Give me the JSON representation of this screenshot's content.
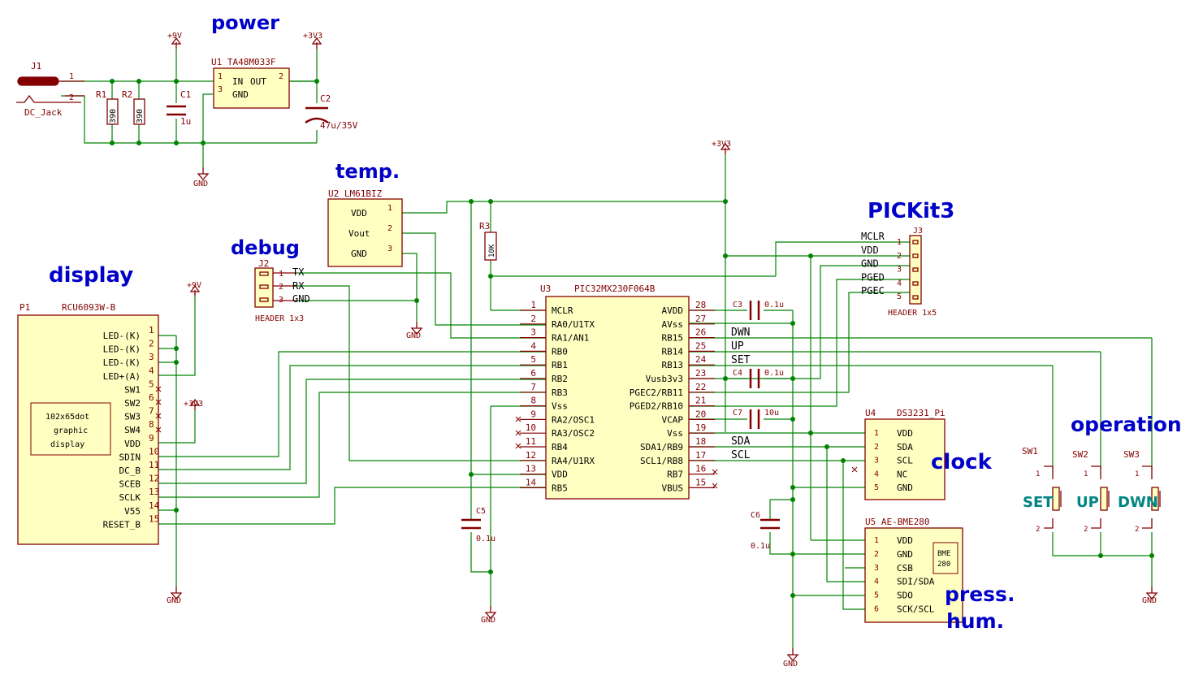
{
  "sections": {
    "power": "power",
    "temp": "temp.",
    "debug": "debug",
    "display": "display",
    "pickit": "PICKit3",
    "clock": "clock",
    "operation": "operation",
    "press": "press.",
    "hum": "hum."
  },
  "labels": {
    "j1": "J1",
    "dc_jack": "DC_Jack",
    "pin1": "1",
    "pin2": "2",
    "pin3": "3",
    "r1": "R1",
    "r2": "R2",
    "r_390": "390",
    "c1": "C1",
    "c1_val": "1u",
    "u1": "U1 TA48M033F",
    "u1_in": "IN",
    "u1_out": "OUT",
    "u1_gnd": "GND",
    "c2": "C2",
    "c2_val": "47u/35V",
    "p9v": "+9V",
    "p3v3": "+3V3",
    "gnd": "GND",
    "u2": "U2 LM61BIZ",
    "u2_vdd": "VDD",
    "u2_vout": "Vout",
    "u2_gnd": "GND",
    "r3": "R3",
    "r3_val": "10K",
    "j2": "J2",
    "j2_tx": "TX",
    "j2_rx": "RX",
    "j2_gnd": "GND",
    "j2_type": "HEADER 1x3",
    "j3": "J3",
    "j3_type": "HEADER 1x5",
    "u3_ref": "U3",
    "u3_name": "PIC32MX230F064B",
    "p1_ref": "P1",
    "p1_name": "RCU6093W-B",
    "disp_text1": "102x65dot",
    "disp_text2": "graphic",
    "disp_text3": "display",
    "c3": "C3",
    "c3_val": "0.1u",
    "c4": "C4",
    "c4_val": "0.1u",
    "c7": "C7",
    "c7_val": "10u",
    "c5": "C5",
    "c5_val": "0.1u",
    "c6": "C6",
    "c6_val": "0.1u",
    "u4": "U4",
    "u4_name": "DS3231_Pi",
    "u5": "U5 AE-BME280",
    "bme_chip1": "BME",
    "bme_chip2": "280",
    "sw1": "SW1",
    "sw2": "SW2",
    "sw3": "SW3",
    "set": "SET",
    "up": "UP",
    "dwn": "DWN"
  },
  "pickit_pins": [
    {
      "name": "MCLR",
      "num": "1"
    },
    {
      "name": "VDD",
      "num": "2"
    },
    {
      "name": "GND",
      "num": "3"
    },
    {
      "name": "PGED",
      "num": "4"
    },
    {
      "name": "PGEC",
      "num": "5"
    }
  ],
  "display_pins": [
    {
      "name": "LED-(K)",
      "num": "1"
    },
    {
      "name": "LED-(K)",
      "num": "2"
    },
    {
      "name": "LED-(K)",
      "num": "3"
    },
    {
      "name": "LED+(A)",
      "num": "4"
    },
    {
      "name": "SW1",
      "num": "5"
    },
    {
      "name": "SW2",
      "num": "6"
    },
    {
      "name": "SW3",
      "num": "7"
    },
    {
      "name": "SW4",
      "num": "8"
    },
    {
      "name": "VDD",
      "num": "9"
    },
    {
      "name": "SDIN",
      "num": "10"
    },
    {
      "name": "DC_B",
      "num": "11"
    },
    {
      "name": "SCEB",
      "num": "12"
    },
    {
      "name": "SCLK",
      "num": "13"
    },
    {
      "name": "V55",
      "num": "14"
    },
    {
      "name": "RESET_B",
      "num": "15"
    }
  ],
  "mcu_left_pins": [
    {
      "name": "MCLR",
      "num": "1"
    },
    {
      "name": "RA0/U1TX",
      "num": "2"
    },
    {
      "name": "RA1/AN1",
      "num": "3"
    },
    {
      "name": "RB0",
      "num": "4"
    },
    {
      "name": "RB1",
      "num": "5"
    },
    {
      "name": "RB2",
      "num": "6"
    },
    {
      "name": "RB3",
      "num": "7"
    },
    {
      "name": "Vss",
      "num": "8"
    },
    {
      "name": "RA2/OSC1",
      "num": "9"
    },
    {
      "name": "RA3/OSC2",
      "num": "10"
    },
    {
      "name": "RB4",
      "num": "11"
    },
    {
      "name": "RA4/U1RX",
      "num": "12"
    },
    {
      "name": "VDD",
      "num": "13"
    },
    {
      "name": "RB5",
      "num": "14"
    }
  ],
  "mcu_right_pins": [
    {
      "name": "AVDD",
      "num": "28"
    },
    {
      "name": "AVss",
      "num": "27"
    },
    {
      "name": "RB15",
      "num": "26"
    },
    {
      "name": "RB14",
      "num": "25"
    },
    {
      "name": "RB13",
      "num": "24"
    },
    {
      "name": "Vusb3v3",
      "num": "23"
    },
    {
      "name": "PGEC2/RB11",
      "num": "22"
    },
    {
      "name": "PGED2/RB10",
      "num": "21"
    },
    {
      "name": "VCAP",
      "num": "20"
    },
    {
      "name": "Vss",
      "num": "19"
    },
    {
      "name": "SDA1/RB9",
      "num": "18"
    },
    {
      "name": "SCL1/RB8",
      "num": "17"
    },
    {
      "name": "RB7",
      "num": "16"
    },
    {
      "name": "VBUS",
      "num": "15"
    }
  ],
  "net_labels": [
    "DWN",
    "UP",
    "SET",
    "SDA",
    "SCL"
  ],
  "u4_pins": [
    {
      "name": "VDD",
      "num": "1"
    },
    {
      "name": "SDA",
      "num": "2"
    },
    {
      "name": "SCL",
      "num": "3"
    },
    {
      "name": "NC",
      "num": "4"
    },
    {
      "name": "GND",
      "num": "5"
    }
  ],
  "u5_pins": [
    {
      "name": "VDD",
      "num": "1"
    },
    {
      "name": "GND",
      "num": "2"
    },
    {
      "name": "CSB",
      "num": "3"
    },
    {
      "name": "SDI/SDA",
      "num": "4"
    },
    {
      "name": "SDO",
      "num": "5"
    },
    {
      "name": "SCK/SCL",
      "num": "6"
    }
  ],
  "colors": {
    "component": "#840000",
    "body_fill": "#ffffc2",
    "wire": "#008400",
    "text": "#000000",
    "section": "#0000c8",
    "switch_label": "#008484"
  }
}
